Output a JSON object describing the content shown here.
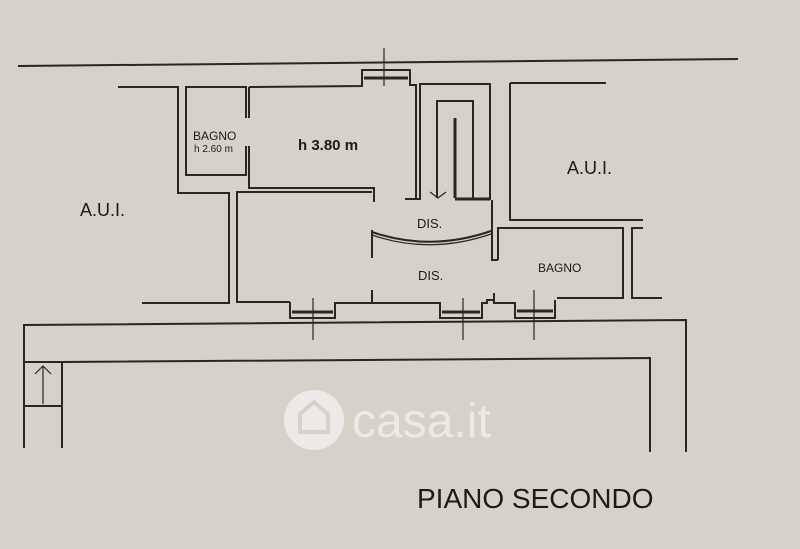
{
  "plan": {
    "title": "PIANO SECONDO",
    "rooms": {
      "aui_left": "A.U.I.",
      "aui_right": "A.U.I.",
      "bagno_small": "BAGNO",
      "bagno_small_height": "h 2.60 m",
      "main_height": "h 3.80 m",
      "dis_upper": "DIS.",
      "dis_lower": "DIS.",
      "bagno_right": "BAGNO"
    },
    "watermark": "casa.it",
    "colors": {
      "paper": "#d5d2c9",
      "ink": "#2a2622",
      "watermark": "#ffffff"
    }
  }
}
